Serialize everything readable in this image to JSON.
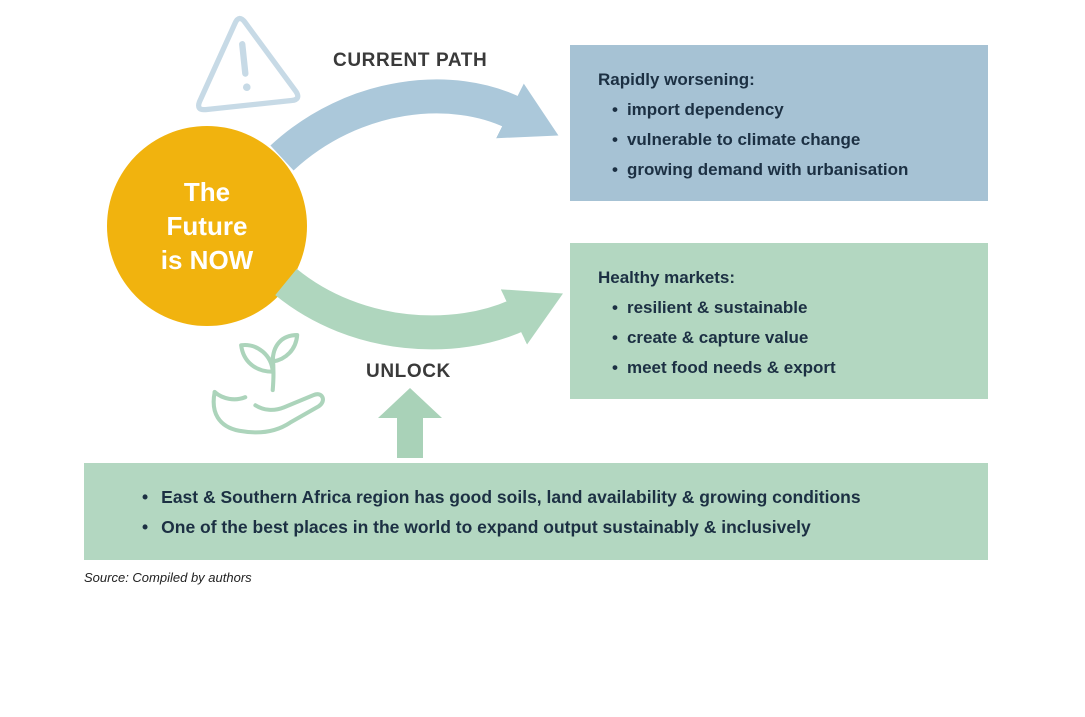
{
  "labels": {
    "current_path": "CURRENT PATH",
    "unlock": "UNLOCK"
  },
  "center_circle": {
    "line1": "The",
    "line2": "Future",
    "line3": "is NOW"
  },
  "boxes": {
    "current": {
      "title": "Rapidly worsening:",
      "bullets": [
        "import dependency",
        "vulnerable to climate change",
        "growing demand with urbanisation"
      ]
    },
    "unlock": {
      "title": "Healthy markets:",
      "bullets": [
        "resilient & sustainable",
        "create & capture value",
        "meet food needs & export"
      ]
    }
  },
  "banner": {
    "bullets": [
      "East & Southern Africa region has good soils, land availability & growing conditions",
      "One of the best places in the world to expand output sustainably & inclusively"
    ]
  },
  "source_note": "Source: Compiled by authors",
  "icons": {
    "warning": "warning-triangle-icon",
    "hand_seedling": "hand-seedling-icon"
  },
  "colors": {
    "accent_yellow": "#F1B30E",
    "blue_box": "#A6C2D4",
    "blue_arrow": "#ABC8DA",
    "green_box": "#B3D7C1",
    "green_arrow": "#AFD6BE",
    "text_dark": "#1C3043",
    "label_dark": "#3A3A3A"
  }
}
